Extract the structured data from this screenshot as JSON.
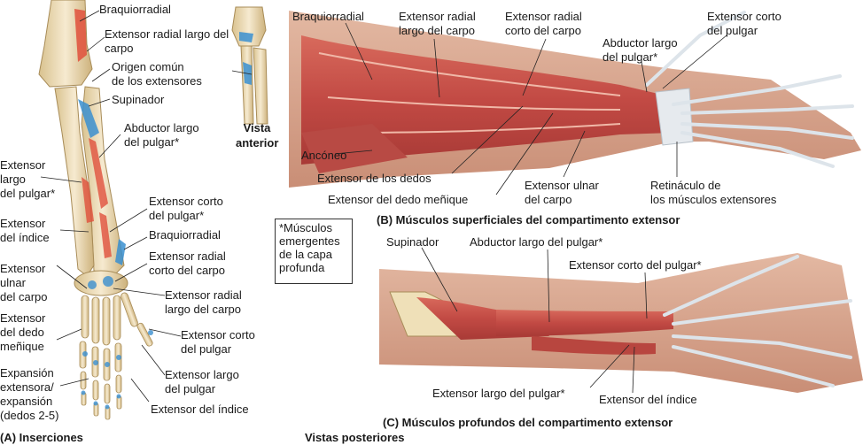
{
  "panel_a": {
    "caption": "(A) Inserciones",
    "view_label": [
      "Vista",
      "anterior"
    ],
    "labels": {
      "braquiorradial_top": "Braquiorradial",
      "ext_rad_largo": [
        "Extensor radial largo del",
        "carpo"
      ],
      "origen_comun": [
        "Origen común",
        "de los extensores"
      ],
      "supinador": "Supinador",
      "abductor": [
        "Abductor largo",
        "del pulgar*"
      ],
      "ext_largo_pulgar": [
        "Extensor",
        "largo",
        "del pulgar*"
      ],
      "ext_indice": [
        "Extensor",
        "del índice"
      ],
      "ext_corto_pulgar": [
        "Extensor corto",
        "del pulgar*"
      ],
      "braquiorradial_low": "Braquiorradial",
      "ext_ulnar": [
        "Extensor",
        "ulnar",
        "del carpo"
      ],
      "ext_rad_corto": [
        "Extensor radial",
        "corto del carpo"
      ],
      "ext_dedo_menique": [
        "Extensor",
        "del dedo",
        "meñique"
      ],
      "ext_rad_largo_low": [
        "Extensor radial",
        "largo del carpo"
      ],
      "ext_corto_pulgar_low": [
        "Extensor corto",
        "del pulgar"
      ],
      "expansion": [
        "Expansión",
        "extensora/",
        "expansión",
        "(dedos 2-5)"
      ],
      "ext_largo_pulgar_low": [
        "Extensor largo",
        "del pulgar"
      ],
      "ext_indice_low": "Extensor del índice"
    }
  },
  "panel_b": {
    "caption": "(B) Músculos superficiales del compartimento extensor",
    "labels": {
      "braquiorradial": "Braquiorradial",
      "ext_rad_largo": [
        "Extensor radial",
        "largo del carpo"
      ],
      "ext_rad_corto": [
        "Extensor radial",
        "corto del carpo"
      ],
      "abductor": [
        "Abductor largo",
        "del pulgar*"
      ],
      "ext_corto": [
        "Extensor corto",
        "del pulgar"
      ],
      "anconeo": "Ancóneo",
      "ext_dedos": "Extensor de los dedos",
      "ext_dedo_menique": "Extensor del dedo meñique",
      "ext_ulnar": [
        "Extensor ulnar",
        "del carpo"
      ],
      "retinaculo": [
        "Retináculo de",
        "los músculos extensores"
      ]
    }
  },
  "panel_c": {
    "caption": "(C) Músculos profundos del compartimento extensor",
    "labels": {
      "supinador": "Supinador",
      "abductor": "Abductor largo del pulgar*",
      "ext_corto": "Extensor corto del pulgar*",
      "ext_largo": "Extensor largo del pulgar*",
      "ext_indice": "Extensor del índice"
    }
  },
  "note": [
    "*Músculos",
    "emergentes",
    "de la capa",
    "profunda"
  ],
  "footer": "Vistas posteriores",
  "colors": {
    "muscle": "#c8504a",
    "muscle_light": "#e08a78",
    "bone": "#efe0b8",
    "tendon": "#dde4ea",
    "skin": "#d9a48a",
    "origin_red": "#e0503c",
    "insertion_blue": "#3a8fd0"
  }
}
